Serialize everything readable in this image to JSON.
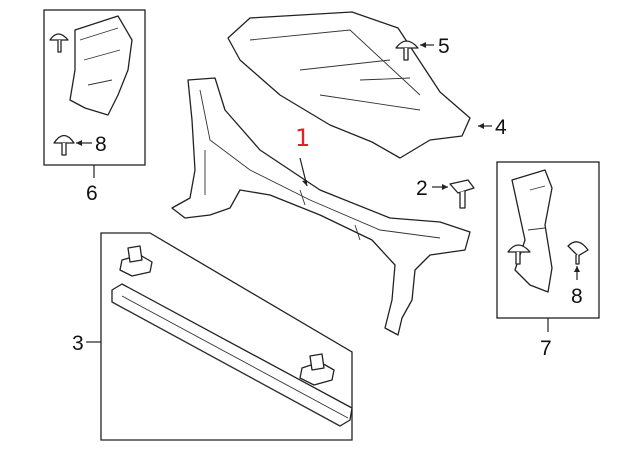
{
  "diagram": {
    "callouts": {
      "c1": "1",
      "c2": "2",
      "c3": "3",
      "c4": "4",
      "c5": "5",
      "c6": "6",
      "c7": "7",
      "c8a": "8",
      "c8b": "8"
    },
    "colors": {
      "line": "#222222",
      "handwritten": "#e0202a"
    }
  }
}
